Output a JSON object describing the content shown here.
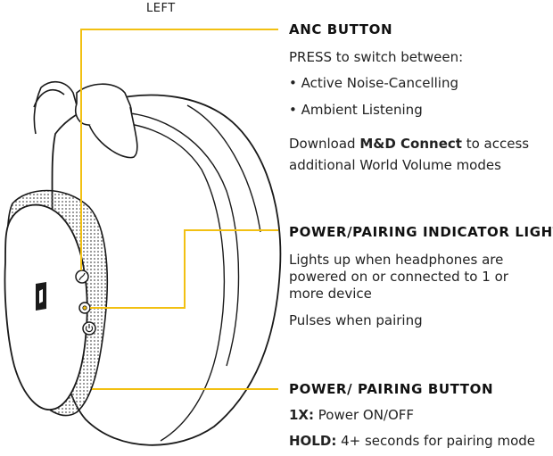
{
  "side_label": "LEFT",
  "callouts": {
    "anc": {
      "title": "ANC BUTTON",
      "press_line": "PRESS to switch between:",
      "bullets": [
        "• Active Noise-Cancelling",
        "• Ambient Listening"
      ],
      "download_prefix": "Download ",
      "download_app": "M&D Connect",
      "download_suffix": " to access",
      "download_line2": "additional World Volume modes"
    },
    "indicator": {
      "title": "POWER/PAIRING INDICATOR LIGHT",
      "lines": [
        "Lights up when headphones are",
        "powered on or connected to 1 or",
        "more device"
      ],
      "pulse": "Pulses when pairing"
    },
    "power": {
      "title": "POWER/ PAIRING BUTTON",
      "press_key": "1X:",
      "press_text": " Power ON/OFF",
      "hold_key": "HOLD:",
      "hold_text": " 4+ seconds for pairing mode"
    }
  },
  "colors": {
    "leader": "#f2c012",
    "line_art": "#1a1a1a"
  },
  "icons": [
    "anc-button-icon",
    "indicator-light-icon",
    "power-icon",
    "brand-logo-icon"
  ]
}
